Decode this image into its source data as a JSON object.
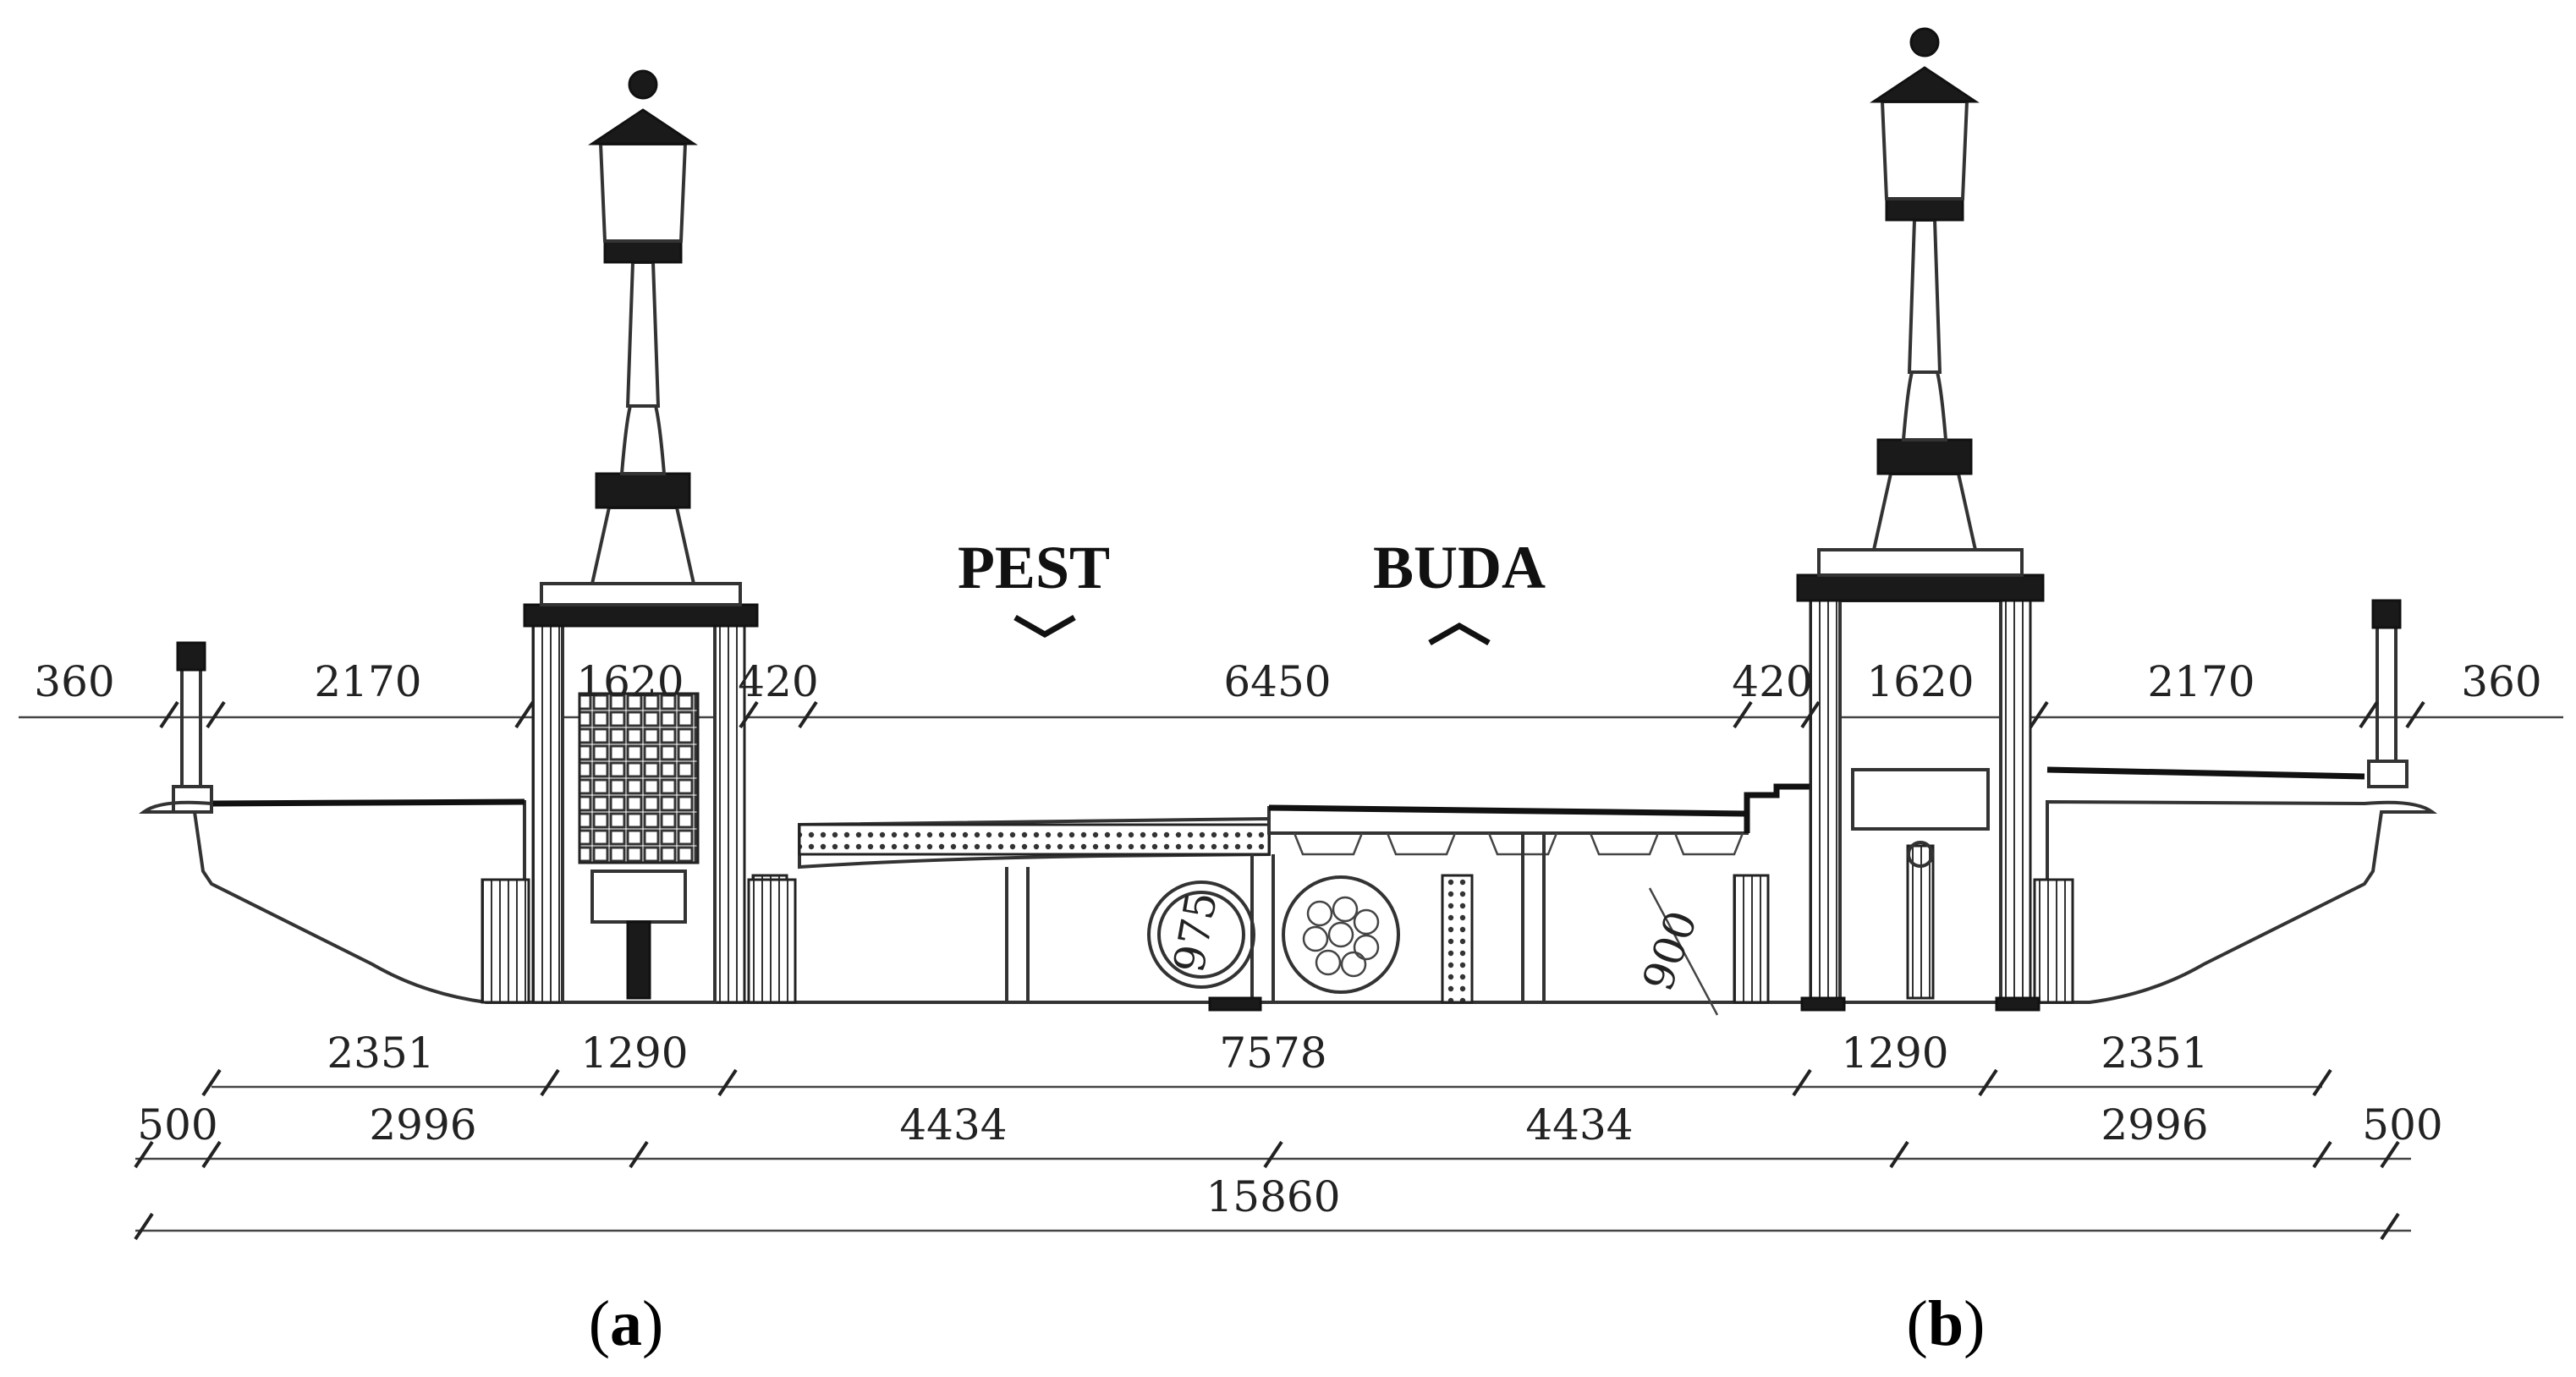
{
  "labels": {
    "pest": "PEST",
    "buda": "BUDA",
    "caption_a": "a",
    "caption_b": "b"
  },
  "dimensions_top": [
    "360",
    "2170",
    "1620",
    "420",
    "6450",
    "420",
    "1620",
    "2170",
    "360"
  ],
  "dimensions_inner": [
    "975",
    "900"
  ],
  "dimensions_row1": [
    "2351",
    "1290",
    "7578",
    "1290",
    "2351"
  ],
  "dimensions_row2": [
    "500",
    "2996",
    "4434",
    "4434",
    "2996",
    "500"
  ],
  "dimensions_total": [
    "15860"
  ]
}
